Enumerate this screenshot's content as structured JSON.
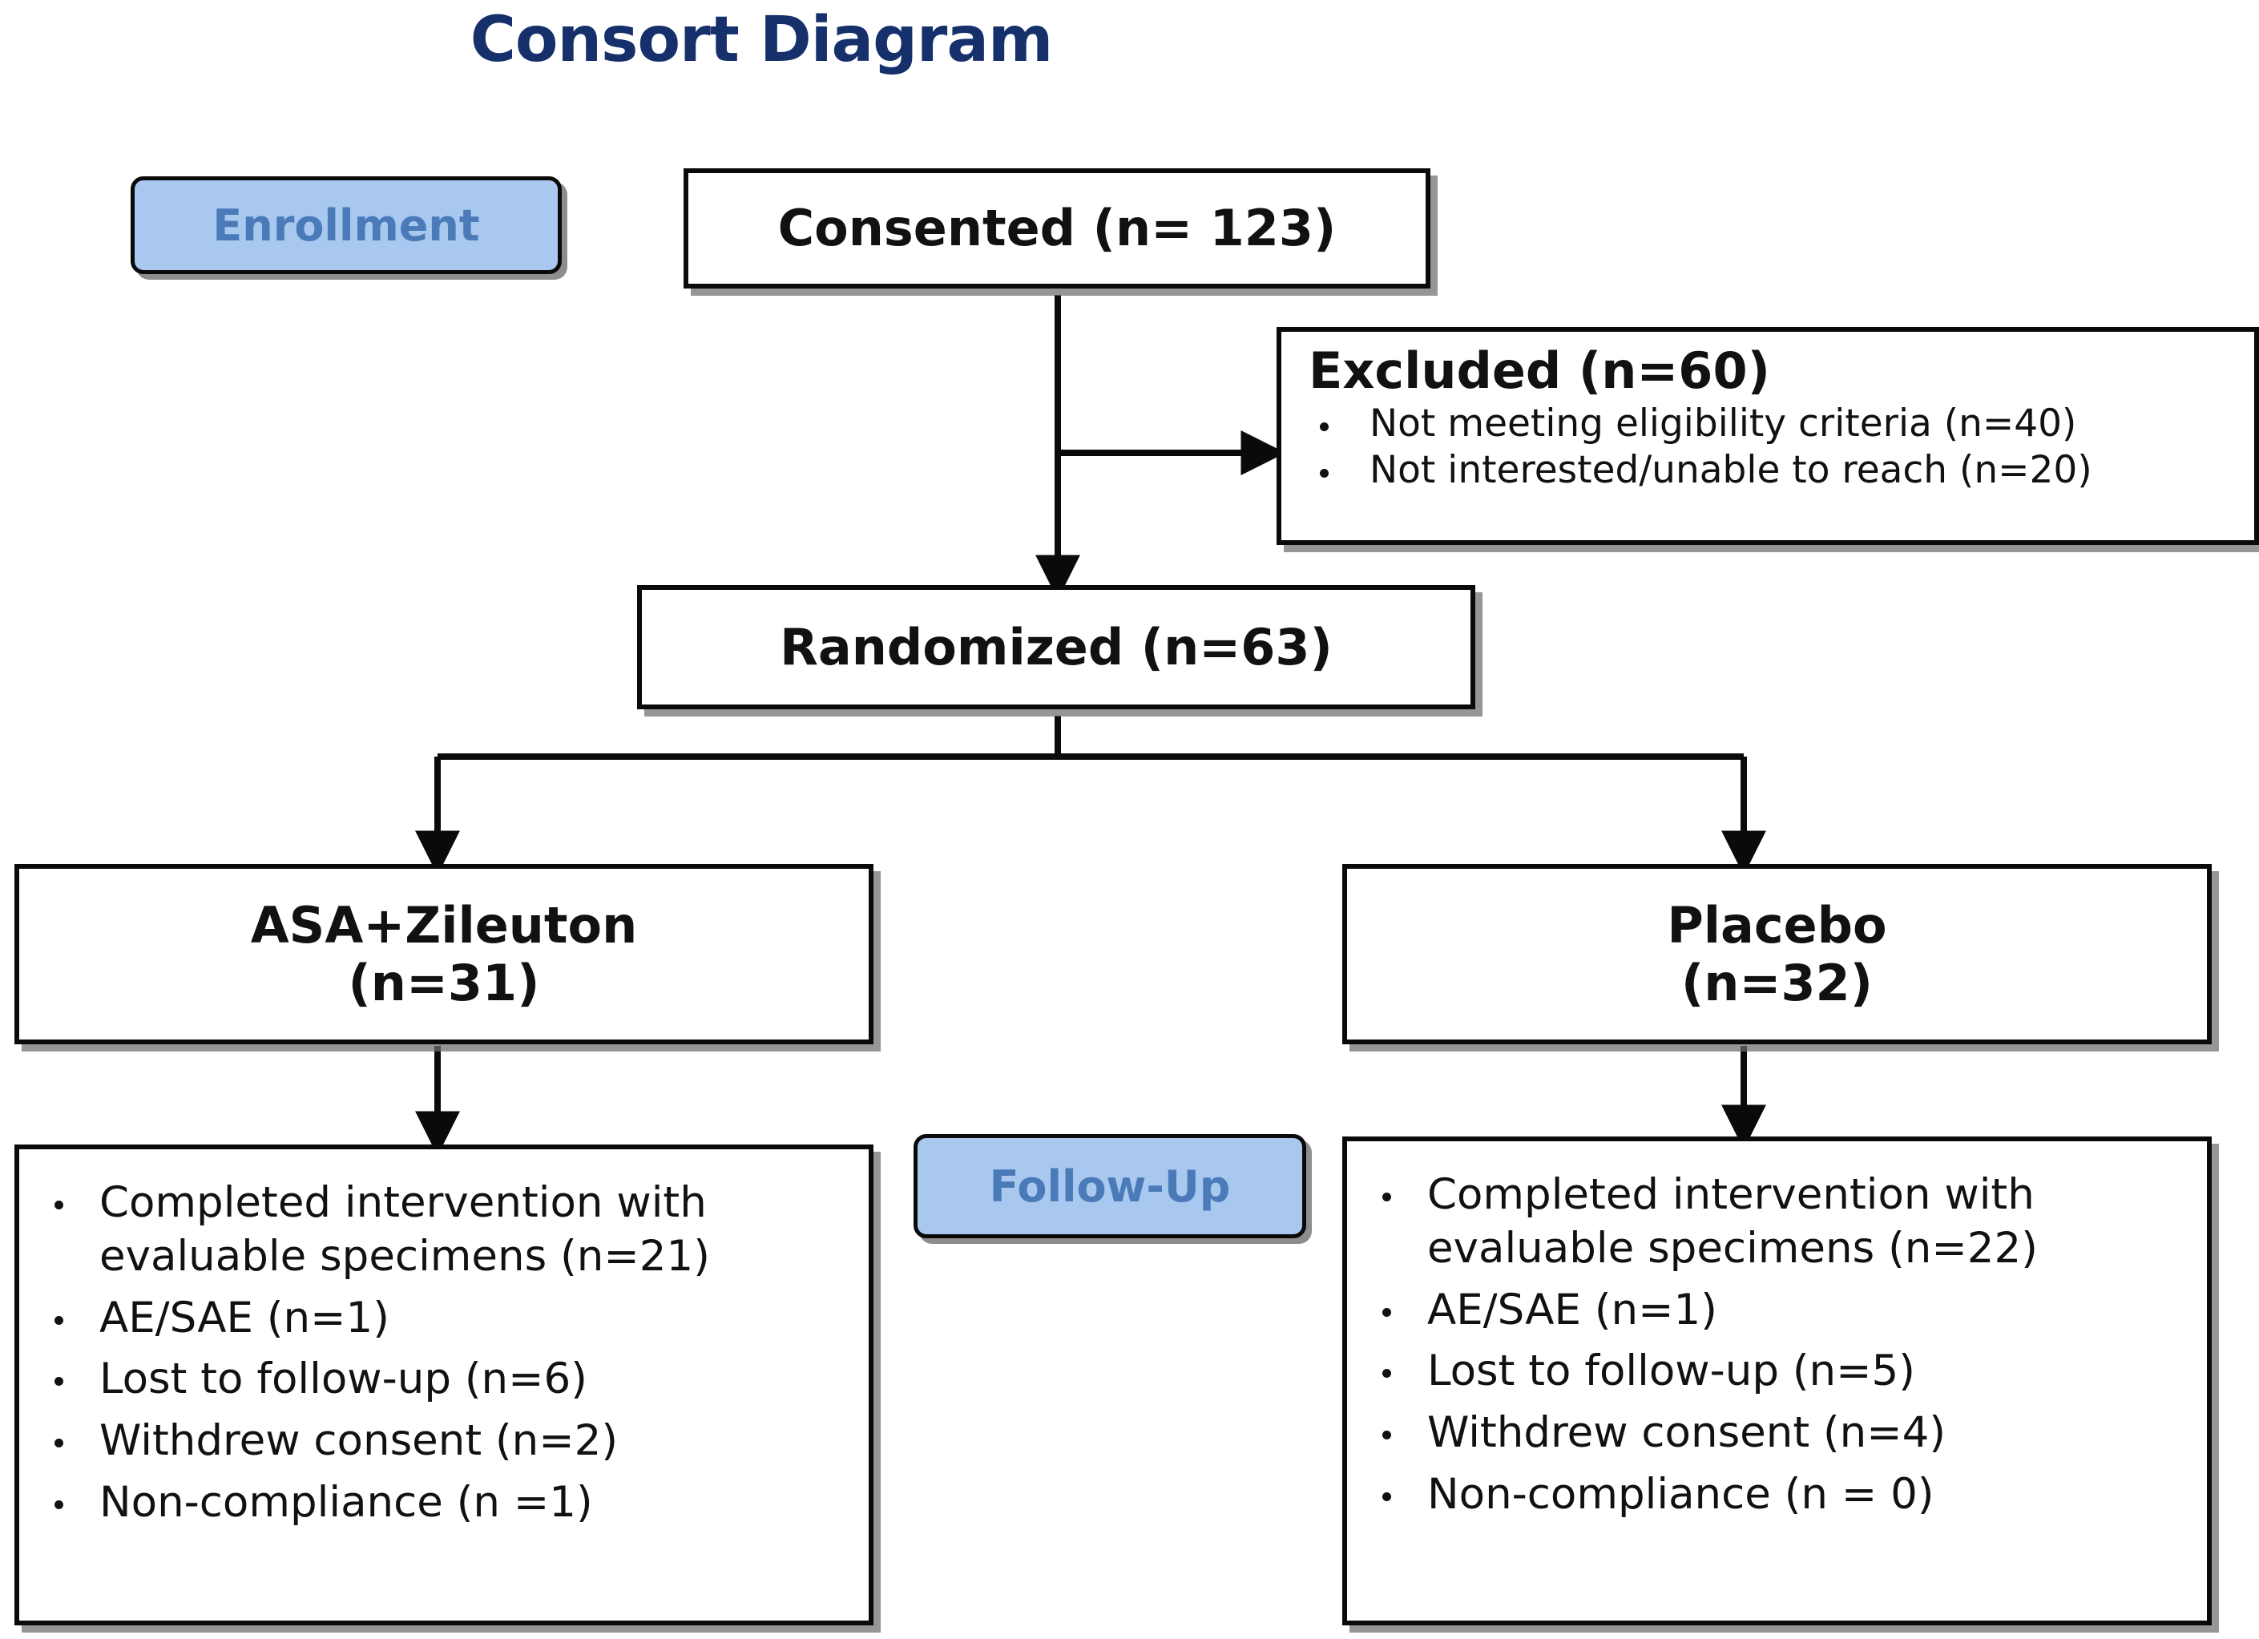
{
  "title": "Consort Diagram",
  "colors": {
    "title": "#16306b",
    "badge_fill": "#a8c8f0",
    "badge_text": "#4a7ab8",
    "box_border": "#0a0a0a",
    "box_fill": "#ffffff",
    "text": "#111111"
  },
  "stages": {
    "enrollment": "Enrollment",
    "follow_up": "Follow-Up"
  },
  "nodes": {
    "consented": {
      "label": "Consented (n= 123)"
    },
    "excluded": {
      "header": "Excluded (n=60)",
      "items": [
        "Not meeting eligibility criteria (n=40)",
        "Not interested/unable to reach (n=20)"
      ]
    },
    "randomized": {
      "label": "Randomized (n=63)"
    },
    "arm_left": {
      "line1": "ASA+Zileuton",
      "line2": "(n=31)"
    },
    "arm_right": {
      "line1": "Placebo",
      "line2": "(n=32)"
    },
    "follow_left": {
      "items": [
        "Completed intervention with evaluable specimens (n=21)",
        "AE/SAE (n=1)",
        "Lost to follow-up (n=6)",
        "Withdrew consent (n=2)",
        "Non-compliance (n =1)"
      ]
    },
    "follow_right": {
      "items": [
        "Completed intervention with evaluable specimens (n=22)",
        "AE/SAE (n=1)",
        "Lost to follow-up (n=5)",
        "Withdrew consent (n=4)",
        "Non-compliance (n = 0)"
      ]
    }
  }
}
